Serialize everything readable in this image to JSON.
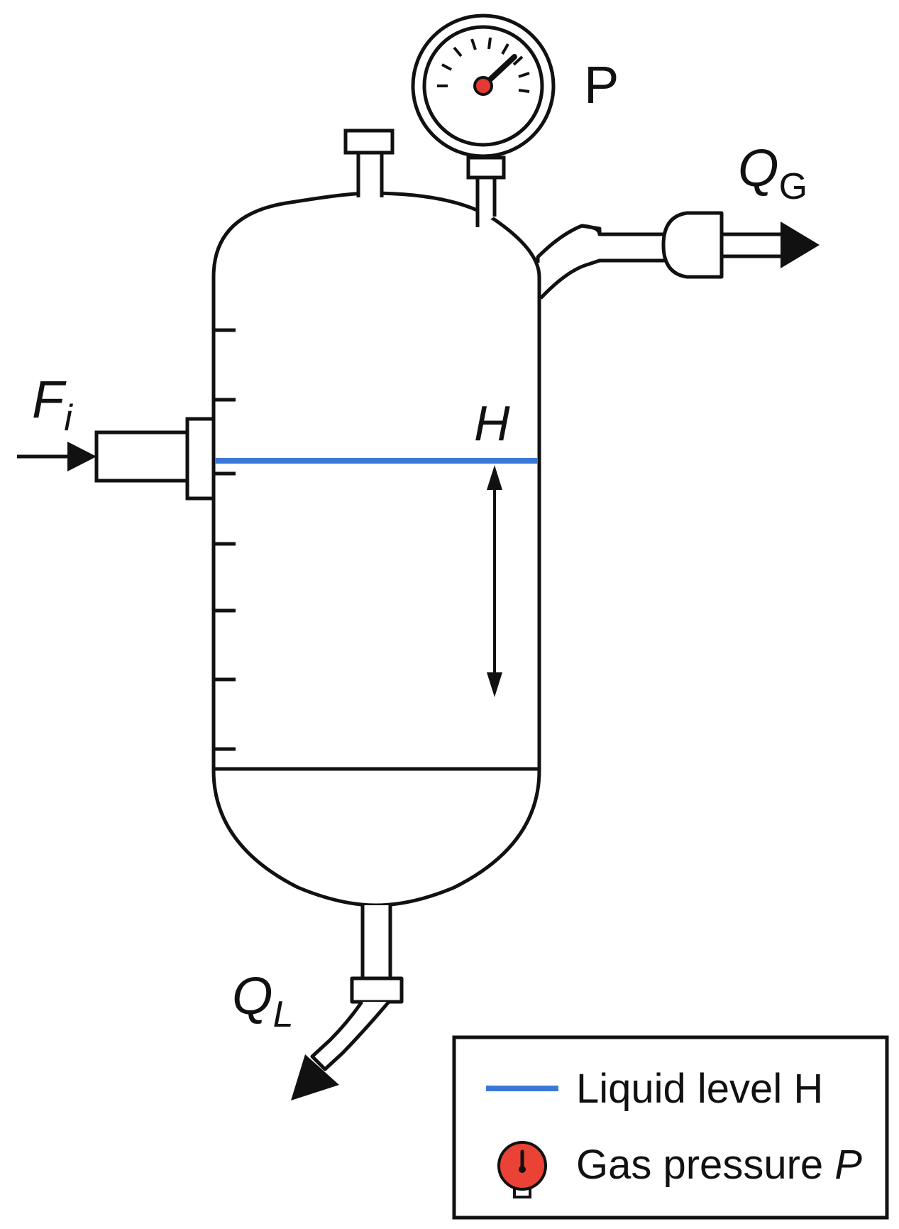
{
  "labels": {
    "pressure": "P",
    "gas_flow": "Q",
    "gas_flow_sub": "G",
    "inlet_flow": "F",
    "inlet_flow_sub": "i",
    "level": "H",
    "liquid_flow": "Q",
    "liquid_flow_sub": "L"
  },
  "legend": {
    "liquid_level": "Liquid level H",
    "gas_pressure_prefix": "Gas pressure ",
    "gas_pressure_var": "P"
  },
  "colors": {
    "liquid_level": "#3a78d6",
    "gauge_needle_hub": "#e53935",
    "legend_gauge": "#ea4335",
    "stroke": "#111111"
  },
  "icons": {
    "pressure_gauge": "pressure-gauge-icon",
    "legend_gauge": "gauge-icon"
  }
}
